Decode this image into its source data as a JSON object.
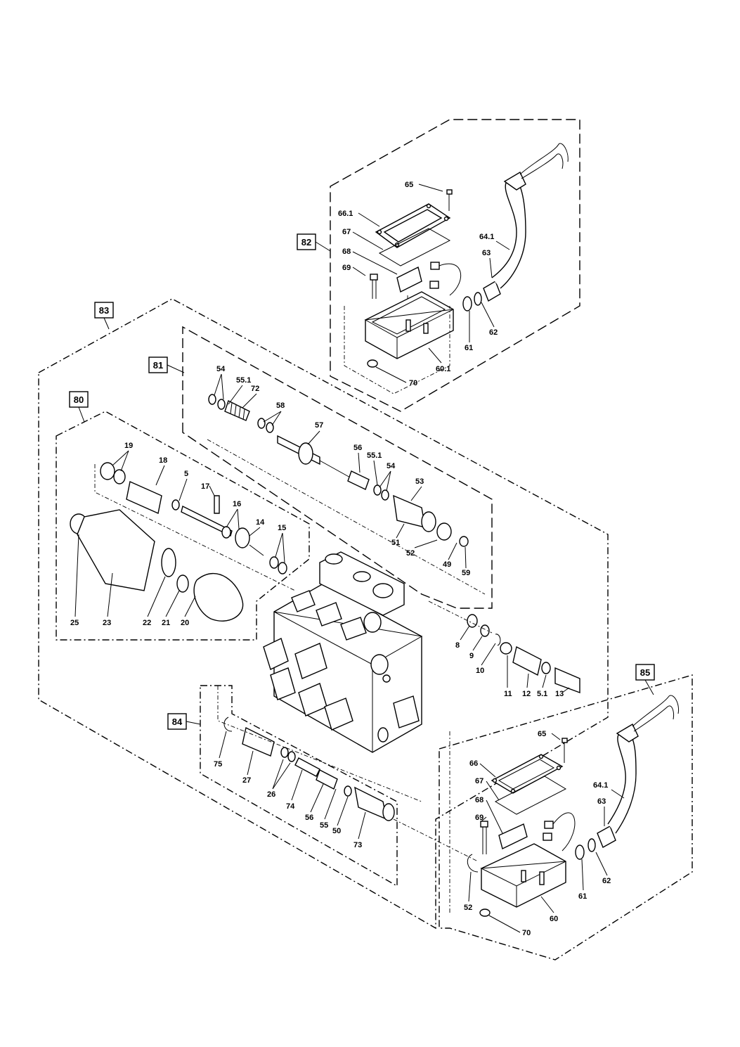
{
  "diagram": {
    "groups": [
      {
        "id": "g80",
        "label": "80"
      },
      {
        "id": "g81",
        "label": "81"
      },
      {
        "id": "g82",
        "label": "82"
      },
      {
        "id": "g83",
        "label": "83"
      },
      {
        "id": "g84",
        "label": "84"
      },
      {
        "id": "g85",
        "label": "85"
      }
    ],
    "callouts": [
      "65",
      "66.1",
      "67",
      "68",
      "69",
      "64.1",
      "63",
      "62",
      "61",
      "60.1",
      "70",
      "54",
      "55.1",
      "72",
      "58",
      "57",
      "56",
      "55.1",
      "54",
      "53",
      "51",
      "52",
      "49",
      "59",
      "19",
      "18",
      "5",
      "17",
      "16",
      "14",
      "15",
      "25",
      "23",
      "22",
      "21",
      "20",
      "8",
      "9",
      "10",
      "11",
      "12",
      "5.1",
      "13",
      "75",
      "27",
      "26",
      "74",
      "56",
      "55",
      "50",
      "73",
      "65",
      "66",
      "67",
      "68",
      "69",
      "64.1",
      "63",
      "62",
      "61",
      "60",
      "52",
      "70"
    ]
  }
}
